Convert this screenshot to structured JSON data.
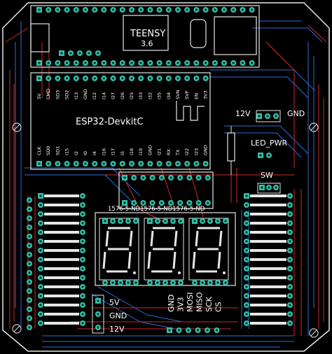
{
  "board": {
    "teensy_label": "TEENSY",
    "teensy_version": "3.6",
    "esp32_label": "ESP32-DevkitC",
    "esp32_top_pins": [
      "5V",
      "CMD",
      "SD3",
      "SD2",
      "I13",
      "GND",
      "I12",
      "I14",
      "I27",
      "I26",
      "I25",
      "I33",
      "I32",
      "I35",
      "I34",
      "SVN",
      "SVP",
      "EN",
      "3V3"
    ],
    "esp32_bottom_pins": [
      "CLK",
      "SD0",
      "SD1",
      "I15",
      "I2",
      "I0",
      "I4",
      "I16",
      "I17",
      "I5",
      "I18",
      "I19",
      "GND",
      "I21",
      "RX",
      "TX",
      "I22",
      "I23",
      "GND"
    ],
    "mid_header_label": "1576-5-ND1576-5-ND1576-5-ND",
    "power_labels": [
      "5V",
      "GND",
      "12V"
    ],
    "spi_labels": [
      "GND",
      "3V3",
      "MOSI",
      "MISO",
      "SCK",
      "CS"
    ],
    "right_labels": {
      "v12": "12V",
      "gnd": "GND",
      "led_pwr": "LED_PWR",
      "sw": "SW"
    }
  }
}
